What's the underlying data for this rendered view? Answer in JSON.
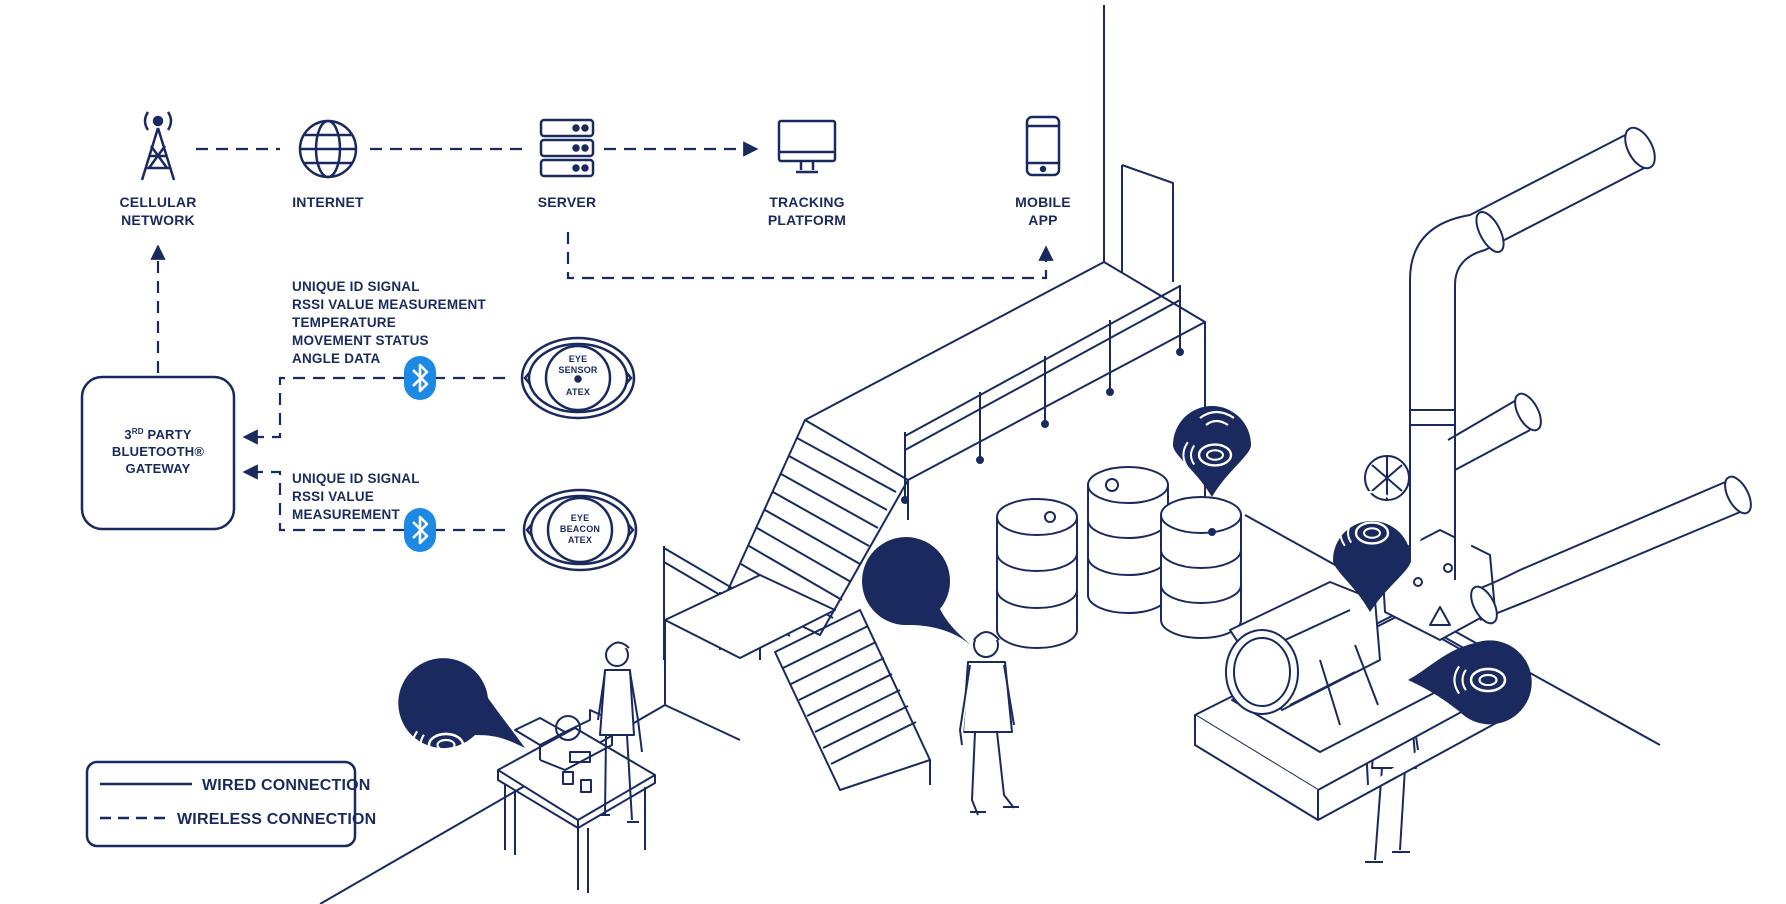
{
  "colors": {
    "navy": "#1b2a5e",
    "bluetooth": "#1e88e5",
    "white": "#ffffff"
  },
  "nodes": {
    "cellular": {
      "line1": "CELLULAR",
      "line2": "NETWORK",
      "icon": "cell-tower-icon"
    },
    "internet": {
      "line1": "INTERNET",
      "icon": "globe-icon"
    },
    "server": {
      "line1": "SERVER",
      "icon": "server-icon"
    },
    "tracking": {
      "line1": "TRACKING",
      "line2": "PLATFORM",
      "icon": "monitor-icon"
    },
    "mobile": {
      "line1": "MOBILE",
      "line2": "APP",
      "icon": "smartphone-icon"
    }
  },
  "gateway": {
    "line1a": "3",
    "line1sup": "RD",
    "line1b": " PARTY",
    "line2": "BLUETOOTH®",
    "line3": "GATEWAY"
  },
  "sensor_signals": [
    "UNIQUE ID SIGNAL",
    "RSSI VALUE MEASUREMENT",
    "TEMPERATURE",
    "MOVEMENT STATUS",
    "ANGLE DATA"
  ],
  "beacon_signals": [
    "UNIQUE ID SIGNAL",
    "RSSI VALUE",
    "MEASUREMENT"
  ],
  "sensor_device": {
    "line1": "EYE",
    "line2": "SENSOR",
    "line3": "ATEX"
  },
  "beacon_device": {
    "line1": "EYE",
    "line2": "BEACON",
    "line3": "ATEX"
  },
  "legend": {
    "wired": "WIRED CONNECTION",
    "wireless": "WIRELESS CONNECTION"
  }
}
